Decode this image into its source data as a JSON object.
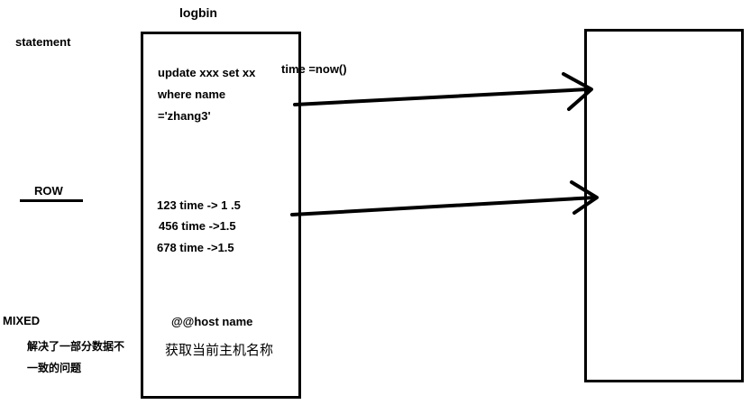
{
  "labels": {
    "logbin": "logbin",
    "statement": "statement",
    "row": "ROW",
    "mixed": "MIXED",
    "mixed_desc_line1": "解决了一部分数据不",
    "mixed_desc_line2": "一致的问题"
  },
  "statement_sql": {
    "line1": "update xxx set xx",
    "line1_tail": "time =now()",
    "line2": "where name",
    "line3": "='zhang3'"
  },
  "row_values": [
    "123    time -> 1 .5",
    "456  time  ->1.5",
    "678  time ->1.5"
  ],
  "mixed_content": {
    "host": "@@host  name",
    "host_desc": "获取当前主机名称"
  }
}
